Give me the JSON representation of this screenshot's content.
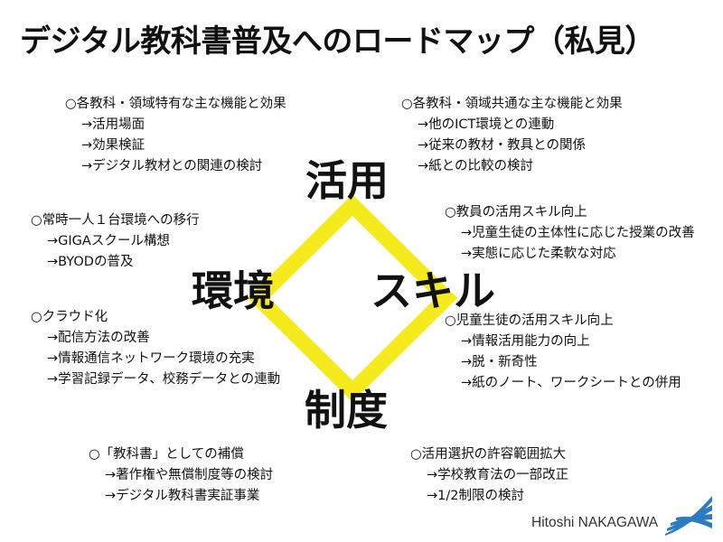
{
  "title": "デジタル教科書普及へのロードマップ（私見）",
  "pillars": {
    "top": "活用",
    "left": "環境",
    "right": "スキル",
    "bottom": "制度"
  },
  "blocks": {
    "top_left": {
      "head": "○各教科・領域特有な主な機能と効果",
      "items": [
        "→活用場面",
        "→効果検証",
        "→デジタル教材との関連の検討"
      ]
    },
    "top_right": {
      "head": "○各教科・領域共通な主な機能と効果",
      "items": [
        "→他のICT環境との連動",
        "→従来の教材・教具との関係",
        "→紙との比較の検討"
      ]
    },
    "left_upper": {
      "head": "○常時一人１台環境への移行",
      "items": [
        "→GIGAスクール構想",
        "→BYODの普及"
      ]
    },
    "left_lower": {
      "head": "○クラウド化",
      "items": [
        "→配信方法の改善",
        "→情報通信ネットワーク環境の充実",
        "→学習記録データ、校務データとの連動"
      ]
    },
    "right_upper": {
      "head": "○教員の活用スキル向上",
      "items": [
        "→児童生徒の主体性に応じた授業の改善",
        "→実態に応じた柔軟な対応"
      ]
    },
    "right_lower": {
      "head": "○児童生徒の活用スキル向上",
      "items": [
        "→情報活用能力の向上",
        "→脱・新奇性",
        "→紙のノート、ワークシートとの併用"
      ]
    },
    "bottom_left": {
      "head": "○「教科書」としての補償",
      "items": [
        "→著作権や無償制度等の検討",
        "→デジタル教科書実証事業"
      ]
    },
    "bottom_right": {
      "head": "○活用選択の許容範囲拡大",
      "items": [
        "→学校教育法の一部改正",
        "→1/2制限の検討"
      ]
    }
  },
  "author": "Hitoshi NAKAGAWA",
  "colors": {
    "diamond": "#f4ea1c",
    "text": "#111111",
    "logo": "#2d7bc0"
  }
}
